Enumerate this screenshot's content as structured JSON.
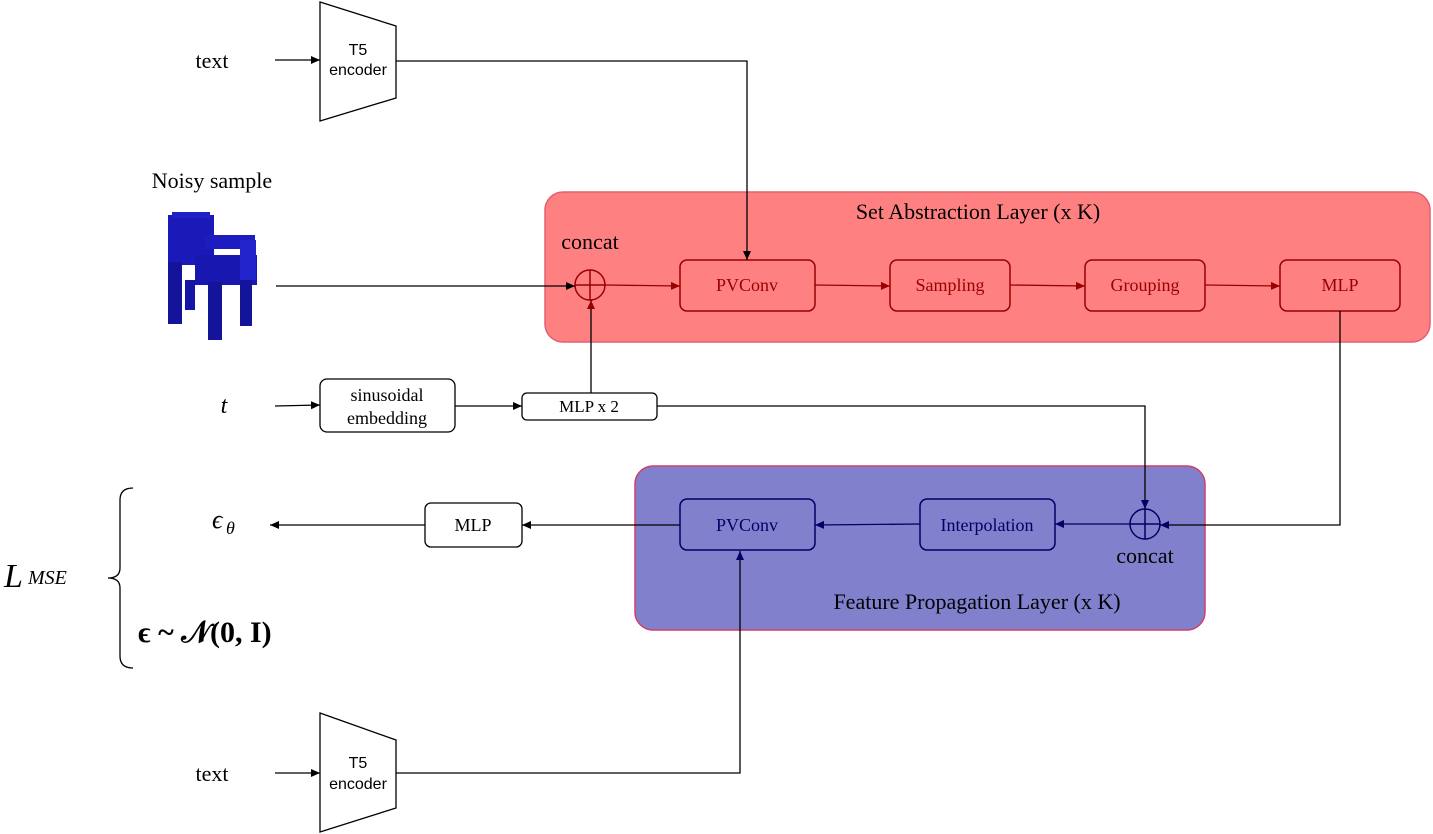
{
  "inputs": {
    "text_top": "text",
    "text_bottom": "text",
    "noisy_sample": "Noisy sample",
    "t": "t"
  },
  "encoders": {
    "top": [
      "T5",
      "encoder"
    ],
    "bottom": [
      "T5",
      "encoder"
    ]
  },
  "set_abstraction": {
    "title": "Set Abstraction Layer (x K)",
    "concat": "concat",
    "blocks": [
      "PVConv",
      "Sampling",
      "Grouping",
      "MLP"
    ],
    "fill": "#ff8080",
    "stroke": "#e06070",
    "text_color": "#990000"
  },
  "feature_propagation": {
    "title": "Feature Propagation Layer (x K)",
    "concat": "concat",
    "blocks": [
      "PVConv",
      "Interpolation"
    ],
    "fill": "#8080cc",
    "stroke": "#d0406a",
    "text_color": "#000066"
  },
  "time_branch": {
    "embedding": [
      "sinusoidal",
      "embedding"
    ],
    "mlp": "MLP x 2"
  },
  "output": {
    "mlp": "MLP",
    "epsilon_theta": "ϵ",
    "epsilon_theta_sub": "θ",
    "loss": "L",
    "loss_sub": "MSE",
    "target": "ϵ ~ 𝒩(0, I)"
  }
}
